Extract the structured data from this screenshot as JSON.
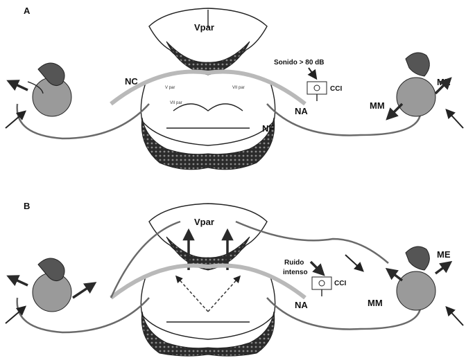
{
  "panels": [
    {
      "letter": "A",
      "labels": {
        "vpar": "Vpar",
        "stimulus": "Sonido > 80 dB",
        "cci": "CCI",
        "nc": "NC",
        "na": "NA",
        "nf": "NF",
        "me": "ME",
        "mm": "MM",
        "vii_left": "VII par",
        "vii_right": "VII par",
        "v_left": "V par"
      }
    },
    {
      "letter": "B",
      "labels": {
        "vpar": "Vpar",
        "stimulus_line1": "Ruido",
        "stimulus_line2": "intenso",
        "cci": "CCI",
        "na": "NA",
        "me": "ME",
        "mm": "MM"
      }
    }
  ]
}
